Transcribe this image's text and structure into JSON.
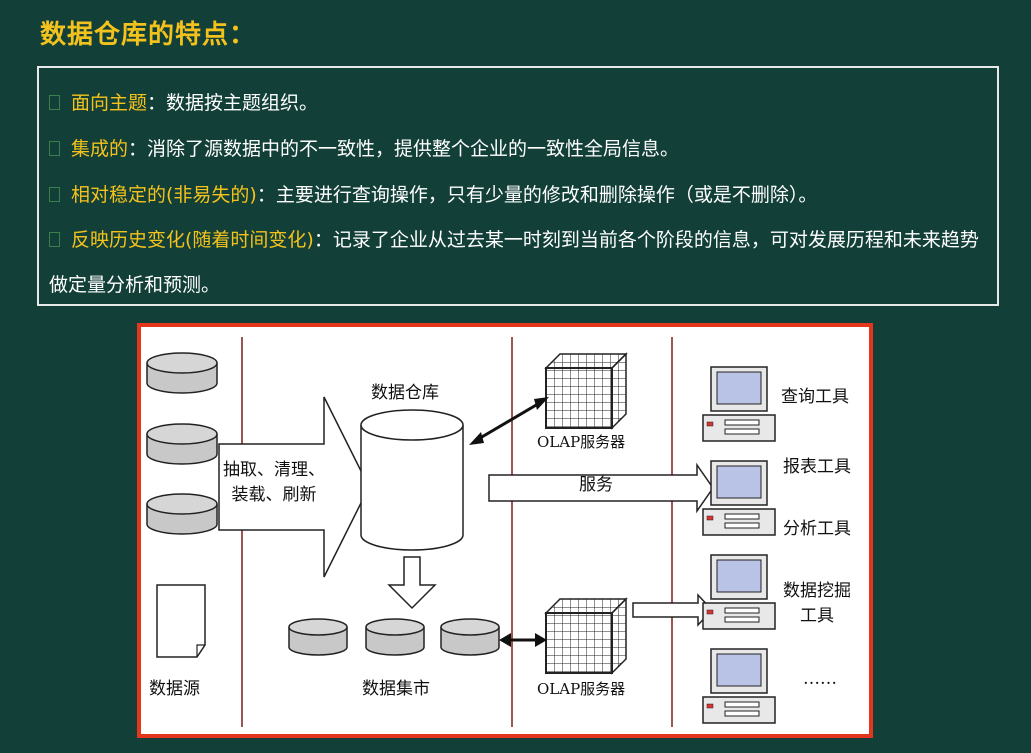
{
  "slide": {
    "title": "数据仓库的特点：",
    "points": [
      {
        "term": "面向主题",
        "text": "：数据按主题组织。"
      },
      {
        "term": "集成的",
        "text": "：消除了源数据中的不一致性，提供整个企业的一致性全局信息。"
      },
      {
        "term": "相对稳定的(非易失的)",
        "text": "：主要进行查询操作，只有少量的修改和删除操作（或是不删除）。"
      },
      {
        "term": "反映历史变化(随着时间变化)",
        "text": "：记录了企业从过去某一时刻到当前各个阶段的信息，可对发展历程和未来趋势做定量分析和预测。"
      }
    ]
  },
  "diagram": {
    "data_source": "数据源",
    "etl_line1": "抽取、清理、",
    "etl_line2": "装载、刷新",
    "warehouse": "数据仓库",
    "olap_top": "OLAP服务器",
    "olap_bottom": "OLAP服务器",
    "service": "服务",
    "data_mart": "数据集市",
    "tool_query": "查询工具",
    "tool_report": "报表工具",
    "tool_analysis": "分析工具",
    "tool_mining_line1": "数据挖掘",
    "tool_mining_line2": "工具",
    "tool_more": "……"
  }
}
